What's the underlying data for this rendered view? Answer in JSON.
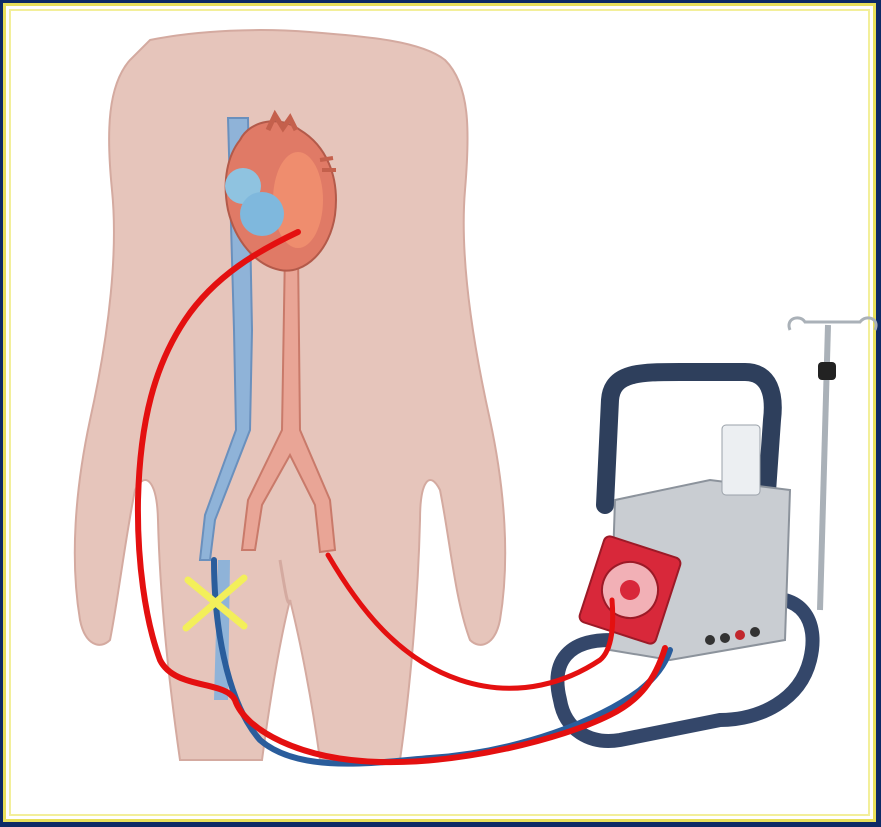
{
  "diagram": {
    "subjects": [
      "human-body",
      "heart",
      "aorta",
      "vena-cava",
      "ecmo-console",
      "iv-pole"
    ],
    "palette": {
      "background": "#0d2a66",
      "frame_border": "#e8df5a",
      "skin": "#e6c5bb",
      "skin_shadow": "#d4aaa0",
      "artery": "#e07a66",
      "vein": "#8fb3d8",
      "cannula_red": "#e41010",
      "cannula_blue": "#2a5d9c",
      "device_frame": "#2e3f5c",
      "pump_head": "#d8283a",
      "device_body": "#c9cdd2",
      "x_mark": "#f3ef5a"
    }
  }
}
